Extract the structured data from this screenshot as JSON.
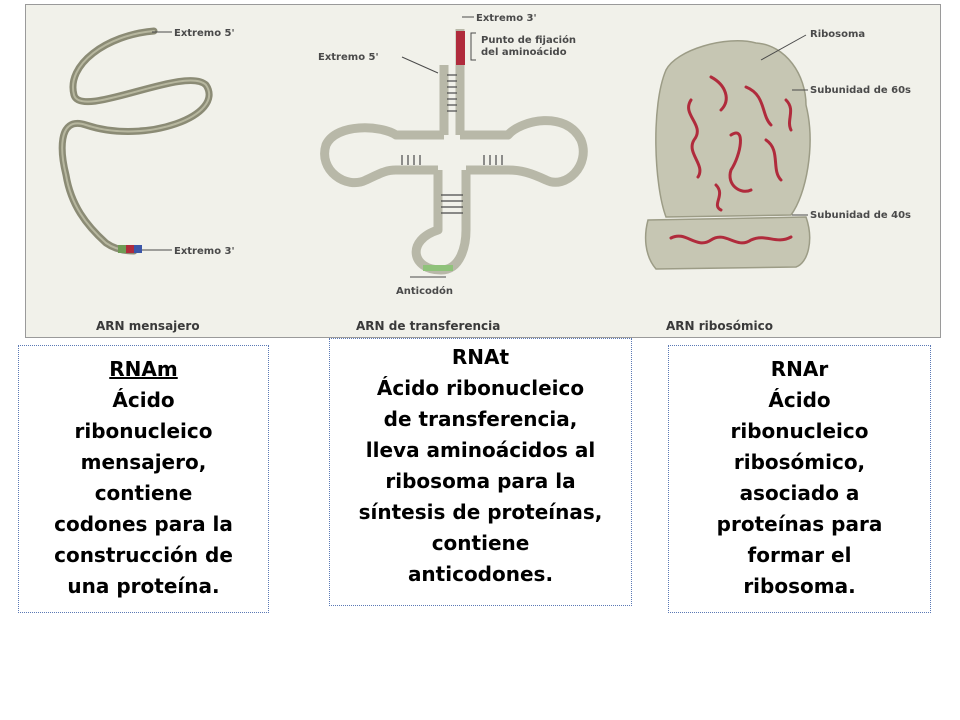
{
  "figure": {
    "mrna": {
      "label_5": "Extremo 5'",
      "label_3": "Extremo 3'",
      "caption": "ARN mensajero"
    },
    "trna": {
      "label_3": "Extremo 3'",
      "label_5": "Extremo 5'",
      "binding_line1": "Punto de fijación",
      "binding_line2": "del aminoácido",
      "anticodon": "Anticodón",
      "caption": "ARN de transferencia"
    },
    "rrna": {
      "label_ribosome": "Ribosoma",
      "label_60s": "Subunidad de 60s",
      "label_40s": "Subunidad de 40s",
      "caption": "ARN ribosómico"
    },
    "colors": {
      "background": "#f1f1ea",
      "strand": "#8b8b75",
      "ribosome_fill": "#c6c6b3",
      "rna_red": "#b02b3c",
      "anticodon_green": "#8fc27a"
    }
  },
  "boxes": {
    "mrna": {
      "title": "RNAm",
      "lines": [
        "Ácido",
        "ribonucleico",
        "mensajero,",
        "contiene",
        "codones para la",
        "construcción de",
        "una proteína."
      ]
    },
    "trna": {
      "title": "RNAt",
      "lines": [
        " Ácido ribonucleico",
        "de transferencia,",
        "lleva aminoácidos al",
        "ribosoma para la",
        "síntesis de proteínas,",
        "contiene",
        "anticodones."
      ]
    },
    "rrna": {
      "title": "RNAr",
      "lines": [
        " Ácido",
        "ribonucleico",
        "ribosómico,",
        "asociado a",
        "proteínas para",
        "formar el",
        "ribosoma."
      ]
    }
  }
}
